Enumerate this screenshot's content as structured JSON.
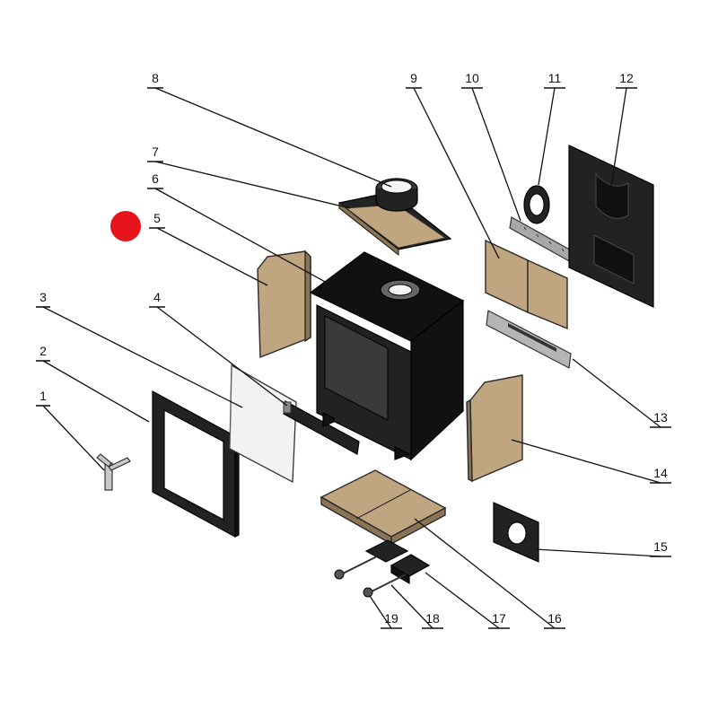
{
  "marker": {
    "color": "#e8141c"
  },
  "callouts": [
    {
      "num": "1"
    },
    {
      "num": "2"
    },
    {
      "num": "3"
    },
    {
      "num": "4"
    },
    {
      "num": "5"
    },
    {
      "num": "6"
    },
    {
      "num": "7"
    },
    {
      "num": "8"
    },
    {
      "num": "9"
    },
    {
      "num": "10"
    },
    {
      "num": "11"
    },
    {
      "num": "12"
    },
    {
      "num": "13"
    },
    {
      "num": "14"
    },
    {
      "num": "15"
    },
    {
      "num": "16"
    },
    {
      "num": "17"
    },
    {
      "num": "18"
    },
    {
      "num": "19"
    }
  ]
}
